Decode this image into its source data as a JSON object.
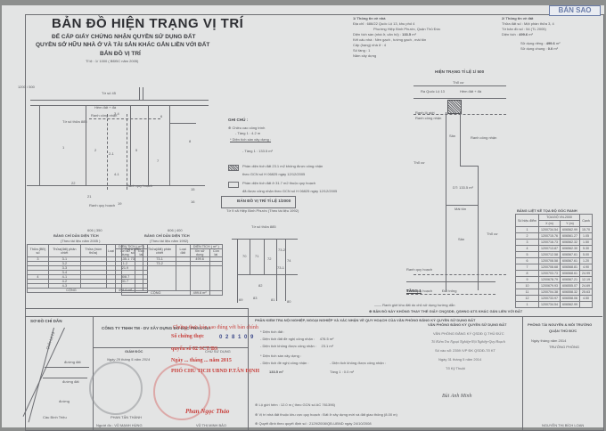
{
  "header": {
    "title": "BẢN ĐỒ HIỆN TRẠNG VỊ TRÍ",
    "subtitle1": "ĐỂ CẤP GIẤY CHỨNG NHẬN QUYỀN SỬ DỤNG ĐẤT",
    "subtitle2": "QUYỀN SỞ HỮU NHÀ Ở VÀ TÀI SẢN KHÁC GẮN LIỀN VỚI ĐẤT",
    "location_map_title": "BẢN ĐỒ VỊ TRÍ",
    "location_map_scale": "Tỉ lệ : 1/ 1000 ( BĐĐC năm 2005)",
    "corner_badge": "BẢN SAO"
  },
  "house_info": {
    "heading": "1/ Thông tin về nhà",
    "address_label": "Địa chỉ :",
    "address_line1": "686/22 Quốc Lộ 13, khu phố 4",
    "address_line2": "Phường Hiệp Bình Phước, Quận Thủ Đức",
    "floor_area_label": "Diện tích sàn (nhà ở, căn hộ) :",
    "floor_area_value": "133.5",
    "floor_area_unit": "m²",
    "structure_label": "Kết cấu nhà :",
    "structure_value": "Nền gạch , tường gạch , mái tôn",
    "grade_label": "Cấp (hạng) nhà ở :",
    "grade_value": "4",
    "floors_label": "Số tầng :",
    "floors_value": "1",
    "year_label": "Năm xây dựng"
  },
  "land_info": {
    "heading": "2/ Thông tin về đất",
    "parcel_label": "Thửa đất số :",
    "parcel_value": "Một phần thửa 3, 4",
    "map_sheet_label": "Tờ bản đồ số :",
    "map_sheet_value": "54 (TL 2005)",
    "area_label": "Diện tích :",
    "area_value": "499.6",
    "area_unit": "m²",
    "private_label": "Sử dụng riêng :",
    "private_value": "499.6",
    "shared_label": "Sử dụng chung :",
    "shared_value": "0.0",
    "unit": "m²"
  },
  "location_map": {
    "road_label": "Tờ số 45",
    "lane_label": "Hẻm đất + đá",
    "parcel_labels": [
      "1",
      "2",
      "5",
      "6",
      "7",
      "8",
      "15",
      "16",
      "19",
      "21",
      "22",
      "3-2",
      "3-4",
      "4-1",
      "4-3",
      "2-1",
      "11",
      "12"
    ],
    "notes": [
      "Ranh lộ giới",
      "Ranh công nhận",
      "Ranh quy hoạch",
      "Ranh quy hoạch"
    ],
    "parcel_ref": "Tờ số thửa 885",
    "coord_left": "1200 / 500",
    "coord_bottom_left": "606 | 350",
    "coord_bottom_right": "606 | 400"
  },
  "legend": {
    "heading": "GHI CHÚ :",
    "height_label": "Chiều cao công trình",
    "height_value": "- Tầng 1 : 4.2 m",
    "built_area_label": "* Diện tích sàn xây dựng :",
    "built_area_value": "- Tầng 1 : 133.5  m²",
    "hatched_note1": "Phần diện tích đất 23.1 m2 không được công nhận",
    "hatched_note2": "theo GCN số H 06825 ngày 12/12/2005",
    "plan_note1": "Phần diện tích đất ở 31.7 m2 thuộc quy hoạch",
    "plan_note2": "đã được công nhận theo GCN số H 06825 ngày 12/12/2005"
  },
  "small_map": {
    "title": "BẢN ĐỒ VỊ TRÍ TỈ LỆ 1/2000",
    "subtitle": "Tờ 9 xã Hiệp Bình Phước (Theo tài liệu 1992)",
    "parcel_ref": "Tờ số thửa 885",
    "parcels": [
      "70",
      "71",
      "72",
      "73-1",
      "73-2",
      "74",
      "75",
      "79",
      "82",
      "83",
      "69",
      "81",
      "80",
      "90"
    ]
  },
  "area_table_2005": {
    "title": "BẢNG CHỈ DẪN DIỆN TÍCH",
    "subtitle": "(Theo tài liệu năm 2005 )",
    "headers": [
      "Thửa (BĐ) số",
      "Thửa(đất) phân chiết",
      "Thửa (trùm thửa)",
      "Loại",
      "Xin sử dụng",
      "Còn lại"
    ],
    "group_header": "DIỆN TÍCH ( m² )",
    "rows": [
      {
        "thua": "3",
        "phan": "3-1",
        "xin": "135.1"
      },
      {
        "thua": "",
        "phan": "3-2",
        "xin": "1.2"
      },
      {
        "thua": "",
        "phan": "3-3",
        "xin": "21.9"
      },
      {
        "thua": "",
        "phan": "3-4",
        "xin": ""
      },
      {
        "thua": "4",
        "phan": "4-1",
        "xin": "308.7"
      },
      {
        "thua": "",
        "phan": "4-2",
        "xin": "31.7"
      },
      {
        "thua": "",
        "phan": "4-3",
        "xin": ""
      }
    ],
    "total_label": "CỘNG",
    "total_value": "499.6 m²"
  },
  "area_table_1992": {
    "title": "BẢNG CHỈ DẪN DIỆN TÍCH",
    "subtitle": "(Theo tài liệu năm 1992)",
    "headers": [
      "Thửa (BĐ) số",
      "Thửa(đất) phân chiết",
      "Loại đất",
      "Xin sử dụng",
      "Còn lại"
    ],
    "group_header": "DIỆN TÍCH ( m² )",
    "rows": [
      {
        "thua": "73",
        "phan": "73-1",
        "xin": "499.6"
      },
      {
        "thua": "",
        "phan": "73-2",
        "xin": ""
      }
    ],
    "total_label": "CỘNG",
    "total_value": "499.6 m²"
  },
  "current_map": {
    "title": "HIỆN TRẠNG TỈ LỆ 1/ 500",
    "labels": [
      "Thổ cư",
      "Ra Quốc Lộ 13",
      "Hẻm đất + đá",
      "Ranh lộ giới",
      "Ranh công nhận",
      "Ranh công nhận",
      "Sân",
      "Thổ cư",
      "Mái tôn",
      "Sân",
      "Thổ cư",
      "Ranh quy hoạch",
      "Ranh quy hoạch",
      "Đất trống",
      "DT: 133.5 m²"
    ],
    "floor_label": "TẦNG 1",
    "point_numbers": [
      "12",
      "1",
      "2",
      "3",
      "4",
      "5",
      "6",
      "7",
      "8",
      "9",
      "10",
      "11"
    ]
  },
  "coord_table": {
    "title": "BẢNG LIỆT KÊ TỌA ĐỘ GÓC RANH",
    "headers": [
      "Số hiệu điểm",
      "X (m)",
      "Y (m)",
      "Cạnh"
    ],
    "group_header": "TỌA ĐỘ VN-2000",
    "rows": [
      {
        "pt": "1",
        "x": "1200734.54",
        "y": "606562.99",
        "c": "15.70"
      },
      {
        "pt": "2",
        "x": "1200715.76",
        "y": "606561.27",
        "c": "1.05"
      },
      {
        "pt": "3",
        "x": "1200716.73",
        "y": "606562.32",
        "c": "1.50"
      },
      {
        "pt": "4",
        "x": "1200713.87",
        "y": "606562.30",
        "c": "5.30"
      },
      {
        "pt": "5",
        "x": "1200712.58",
        "y": "606567.61",
        "c": "5.00"
      },
      {
        "pt": "6",
        "x": "1200708.58",
        "y": "606567.61",
        "c": "1.20"
      },
      {
        "pt": "7",
        "x": "1200708.68",
        "y": "606568.81",
        "c": "4.90"
      },
      {
        "pt": "8",
        "x": "1200703.73",
        "y": "606568.61",
        "c": "24.99"
      },
      {
        "pt": "9",
        "x": "1200678.79",
        "y": "606567.21",
        "c": "12.19"
      },
      {
        "pt": "10",
        "x": "1200679.93",
        "y": "606555.07",
        "c": "24.69"
      },
      {
        "pt": "11",
        "x": "1200704.38",
        "y": "606558.32",
        "c": "25.63"
      },
      {
        "pt": "12",
        "x": "1200733.97",
        "y": "606558.06",
        "c": "4.50"
      },
      {
        "pt": "1",
        "x": "1200734.54",
        "y": "606562.99",
        "c": ""
      }
    ]
  },
  "footer_notes": {
    "boundary_note": "—— Ranh giới khu đất do chủ sử dụng hướng dẫn",
    "disclaimer": "⊕ BẢN ĐỒ NÀY KHÔNG THAY THẾ GIẤY CNQSDĐ, QSHNO &TS KHÁC GẮN LIỀN VỚI ĐẤT"
  },
  "guide_map": {
    "title": "SƠ ĐỒ CHỈ DẪN",
    "labels": [
      "Quốc Lộ 13",
      "đường đất",
      "đường đất",
      "Quốc Lộ 13",
      "đường",
      "Cầu Bình Triệu",
      "Ngã tư"
    ]
  },
  "company": {
    "name": "CÔNG TY TNHH TM - DV  XÂY DỰNG ĐO ĐẠC PHAN GIA",
    "role": "GIÁM ĐỐC",
    "date": "Ngày 29 tháng 5 năm 2014",
    "director": "PHAN TẤN THÀNH",
    "drafter_label": "Người đo :",
    "drafter": "VŨ MẠNH HÙNG"
  },
  "certified_copy": {
    "line1": "Chứng thực bản sao đúng với bản chính",
    "line2": "Số chứng thực",
    "number": "0 2 8 1 0 9",
    "line3": "quyển số 02 SCT/BS",
    "line4": "Ngày ... tháng ... năm 2015",
    "line5": "PHÓ CHỦ TỊCH UBND P.TÂN ĐỊNH",
    "signer": "Phan Ngọc Thảo",
    "owner_label": "CHỦ SỬ DỤNG",
    "owner_date": "Ngày ... tháng ... năm 2014",
    "owner_sub": "(Ký, ghi rõ họ tên)",
    "owner_name": "VŨ THỊ MINH BẢO"
  },
  "verification": {
    "heading": "PHẦN KIỂM TRA NỘI NGHIỆP, NGOẠI NGHIỆP VÀ XÁC NHẬN VỀ QUY HOẠCH CỦA VĂN PHÒNG ĐĂNG KÝ QUYỀN SỬ DỤNG ĐẤT",
    "land_area_label": "* Diện tích đất :",
    "recognized_label": "- Diện tích đất đề nghị công nhận :",
    "recognized_value": "476.5 m²",
    "unrecognized_label": "- Diện tích không được công nhận :",
    "unrecognized_value": "23.1 m²",
    "floor_label": "* Diện tích sàn xây dựng :",
    "floor_rec_label": "- Diện tích đề nghị công nhận :",
    "floor_unrec_label": "- Diện tích không được công nhận :",
    "floor_rec_value": "133.5 m²",
    "floor_unrec_value": "Tầng 1 : 0.0 m²",
    "note1": "⊕ Lộ giới hẻm : 12.0 m ( theo GCN số AC 761396)",
    "note2": "⊕ Vị trí nhà đất thuộc khu vực quy hoạch : Đất ở xây dựng mới và đất giao thông (8.00 m)",
    "note3": "⊕ Quyết định theo quyết định số : 2129/2008/QĐ-UBND ngày 24/10/2008"
  },
  "registry_office": {
    "heading": "VĂN PHÒNG ĐĂNG KÝ QUYỀN SỬ DỤNG ĐẤT",
    "stamp_line1": "VĂN PHÒNG ĐĂNG KÝ QSDĐ Q.THỦ ĐỨC",
    "stamp_line2": "Tổ Kiểm Tra Ngoại Nghiệp-Nội Nghiệp-Quy Hoạch",
    "stamp_line3": "Số vào sổ: 2359 /VP ĐK QSDĐ-Tổ KT",
    "stamp_line4": "Ngày 31 tháng 5 năm 2014",
    "stamp_line5": "Tổ Kỹ Thuật",
    "signer": "Bùi Anh Minh"
  },
  "dept": {
    "heading": "PHÒNG TÀI NGUYÊN & MÔI TRƯỜNG",
    "district": "QUẬN THỦ ĐỨC",
    "date": "Ngày     tháng     năm 2014",
    "role": "TRƯỞNG PHÒNG",
    "name": "NGUYỄN THỊ BÍCH LOAN"
  }
}
